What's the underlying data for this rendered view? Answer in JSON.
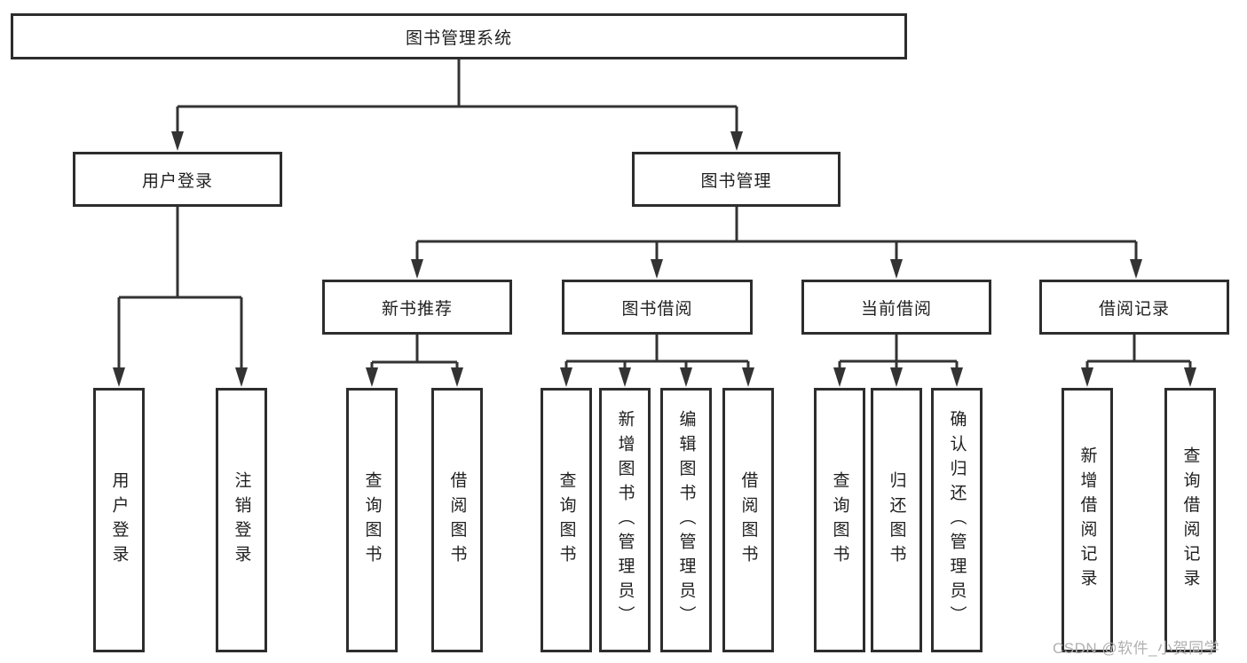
{
  "diagram": {
    "root": {
      "label": "图书管理系统"
    },
    "level1": [
      {
        "id": "user-login",
        "label": "用户登录"
      },
      {
        "id": "book-management",
        "label": "图书管理"
      }
    ],
    "level2": [
      {
        "id": "new-book-recommend",
        "label": "新书推荐",
        "parent": "图书管理"
      },
      {
        "id": "book-borrow",
        "label": "图书借阅",
        "parent": "图书管理"
      },
      {
        "id": "current-borrow",
        "label": "当前借阅",
        "parent": "图书管理"
      },
      {
        "id": "borrow-records",
        "label": "借阅记录",
        "parent": "图书管理"
      }
    ],
    "leaves": [
      {
        "label": "用户登录",
        "parent": "用户登录"
      },
      {
        "label": "注销登录",
        "parent": "用户登录"
      },
      {
        "label": "查询图书",
        "parent": "新书推荐"
      },
      {
        "label": "借阅图书",
        "parent": "新书推荐"
      },
      {
        "label": "查询图书",
        "parent": "图书借阅"
      },
      {
        "label": "新增图书（管理员）",
        "parent": "图书借阅"
      },
      {
        "label": "编辑图书（管理员）",
        "parent": "图书借阅"
      },
      {
        "label": "借阅图书",
        "parent": "图书借阅"
      },
      {
        "label": "查询图书",
        "parent": "当前借阅"
      },
      {
        "label": "归还图书",
        "parent": "当前借阅"
      },
      {
        "label": "确认归还（管理员）",
        "parent": "当前借阅"
      },
      {
        "label": "新增借阅记录",
        "parent": "借阅记录"
      },
      {
        "label": "查询借阅记录",
        "parent": "借阅记录"
      }
    ],
    "colors": {
      "line": "#333333",
      "box_border": "#2d2d2d",
      "box_fill": "#ffffff",
      "text": "#1f1f1f",
      "watermark": "#b0b0b0"
    }
  },
  "watermark": {
    "text": "CSDN @软件_小贺同学"
  }
}
